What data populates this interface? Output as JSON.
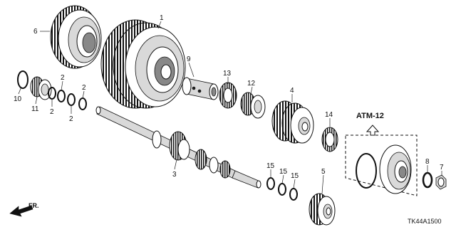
{
  "callouts": {
    "p1": "1",
    "p2a": "2",
    "p2b": "2",
    "p2c": "2",
    "p2d": "2",
    "p3": "3",
    "p4": "4",
    "p5": "5",
    "p6": "6",
    "p7": "7",
    "p8": "8",
    "p9": "9",
    "p10": "10",
    "p11": "11",
    "p12": "12",
    "p13": "13",
    "p14": "14",
    "p15a": "15",
    "p15b": "15",
    "p15c": "15"
  },
  "subassembly_label": "ATM-12",
  "front_indicator": "FR.",
  "diagram_code": "TK44A1500",
  "icons": [
    "front-arrow-icon",
    "up-arrow-icon"
  ]
}
